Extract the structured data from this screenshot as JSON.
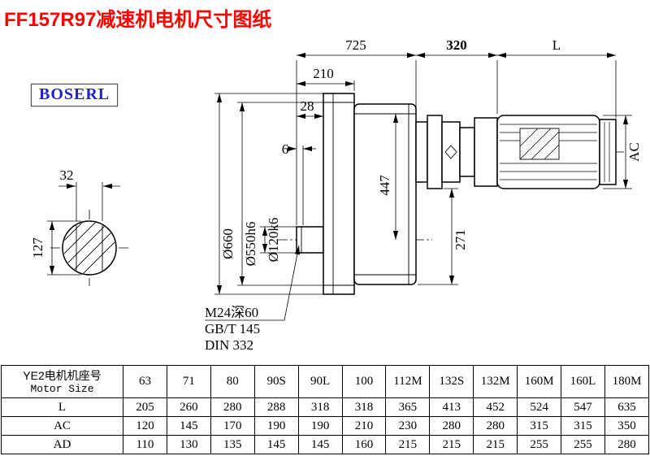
{
  "page": {
    "title": "FF157R97减速机电机尺寸图纸",
    "logo": "BOSERL"
  },
  "colors": {
    "title_red": "#fe0000",
    "logo_blue": "#2222cc",
    "line_black": "#000000"
  },
  "drawing": {
    "d725": "725",
    "d320": "320",
    "dL": "L",
    "d210": "210",
    "d28": "28",
    "d6": "6",
    "ac": "AC",
    "d32": "32",
    "d127": "127",
    "dia660": "Ø660",
    "dia550": "Ø550h6",
    "dia120": "Ø120k6",
    "d447": "447",
    "d271": "271",
    "note_m24": "M24深60",
    "note_gbt": "GB/T 145",
    "note_din": "DIN 332"
  },
  "table": {
    "header": {
      "line1": "YE2电机机座号",
      "line2": "Motor Size"
    },
    "sizes": [
      "63",
      "71",
      "80",
      "90S",
      "90L",
      "100",
      "112M",
      "132S",
      "132M",
      "160M",
      "160L",
      "180M"
    ],
    "rows": [
      {
        "label": "L",
        "values": [
          "205",
          "260",
          "280",
          "288",
          "318",
          "318",
          "365",
          "413",
          "452",
          "524",
          "547",
          "635"
        ]
      },
      {
        "label": "AC",
        "values": [
          "120",
          "145",
          "170",
          "190",
          "190",
          "210",
          "230",
          "280",
          "280",
          "315",
          "315",
          "350"
        ]
      },
      {
        "label": "AD",
        "values": [
          "110",
          "130",
          "135",
          "145",
          "145",
          "160",
          "215",
          "215",
          "215",
          "255",
          "255",
          "280"
        ]
      }
    ]
  }
}
